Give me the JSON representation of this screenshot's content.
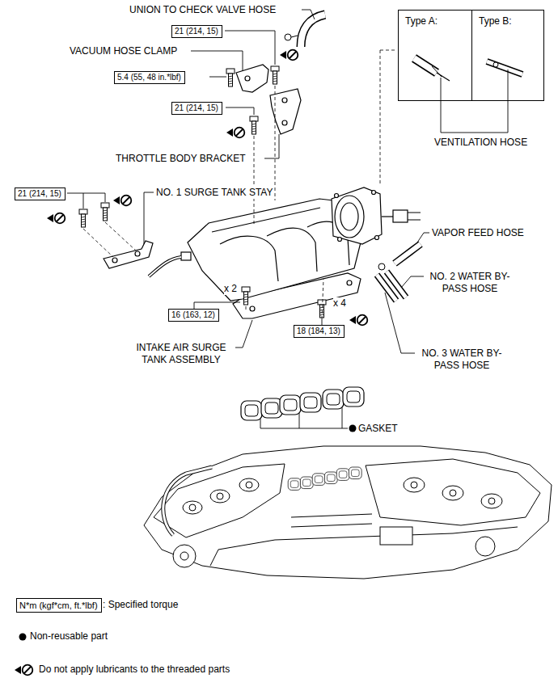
{
  "diagram": {
    "nodes": [
      {
        "text": [
          "Type A:"
        ]
      },
      {
        "text": [
          "Type B:"
        ]
      },
      {
        "text": [
          "21 (214, 15)"
        ]
      },
      {
        "text": [
          "5.4 (55, 48 in.*lbf)"
        ]
      },
      {
        "text": [
          "21 (214, 15)"
        ]
      },
      {
        "text": [
          "21 (214, 15)"
        ]
      },
      {
        "text": [
          "16 (163, 12)"
        ]
      },
      {
        "text": [
          "18 (184, 13)"
        ]
      },
      {
        "text": [
          "N*m (kgf*cm, ft.*lbf)"
        ]
      }
    ],
    "labels": [
      "UNION TO CHECK VALVE HOSE",
      "VACUUM HOSE CLAMP",
      "THROTTLE BODY BRACKET",
      "NO. 1 SURGE TANK STAY",
      "VENTILATION HOSE",
      "VAPOR FEED HOSE",
      "NO. 2 WATER BY-PASS HOSE",
      "x 2",
      "x 4",
      "INTAKE AIR SURGE TANK ASSEMBLY",
      "NO. 3 WATER BY-PASS HOSE",
      "GASKET",
      ": Specified torque"
    ],
    "legend": [
      {
        "text": "Non-reusable part"
      },
      {
        "text": "Do not apply lubricants to the threaded parts"
      }
    ]
  }
}
